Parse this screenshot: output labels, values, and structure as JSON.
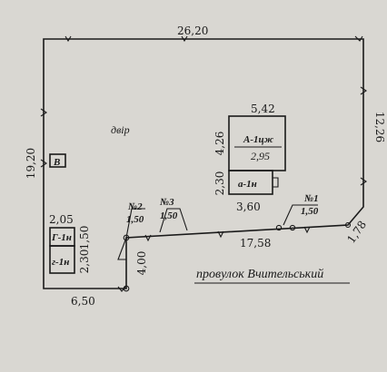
{
  "plan": {
    "dimensions": {
      "top": "26,20",
      "left": "19,20",
      "right": "12,26",
      "corner": "1,78",
      "front": "17,58",
      "bottom_left": "6,50",
      "gate_side": "4,00",
      "shed_width": "2,05",
      "shed_height": "1,50",
      "shed_lower": "2,30",
      "house_width": "5,42",
      "house_height": "4,26",
      "porch_height": "2,30",
      "porch_width": "3,60"
    },
    "labels": {
      "yard": "двір",
      "well": "В",
      "house_name": "А-1цж",
      "house_area": "2,95",
      "porch": "а-1н",
      "shed_top": "Г-1н",
      "shed_bottom": "г-1н",
      "gate1": "№1",
      "gate1_w": "1,50",
      "gate2": "№2",
      "gate2_w": "1,50",
      "gate3": "№3",
      "gate3_w": "1,50"
    },
    "street": "провулок Вчительський"
  }
}
